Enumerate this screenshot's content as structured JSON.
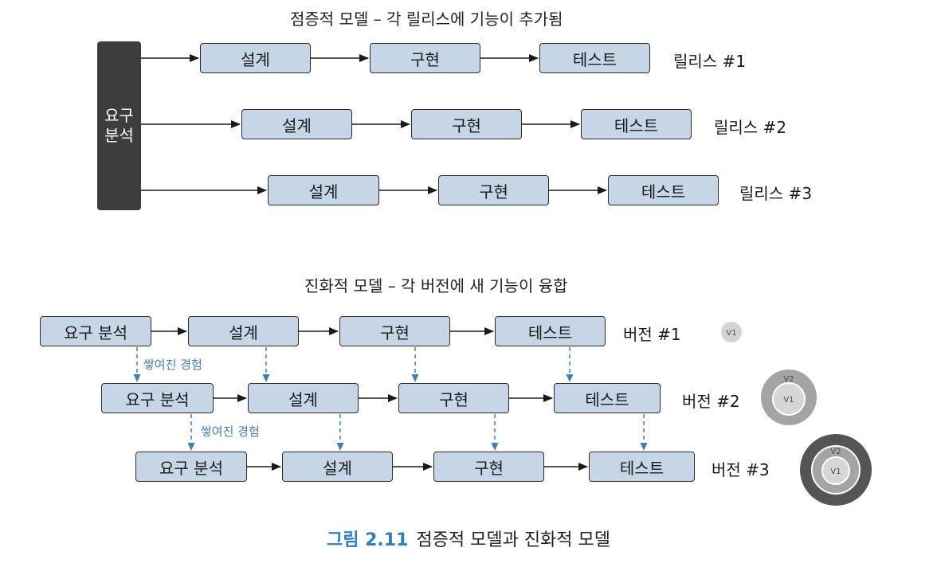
{
  "incremental": {
    "title": "점증적 모델 – 각 릴리스에 기능이 추가됨",
    "requirements_label": "요구\n분석",
    "rows": [
      {
        "design": "설계",
        "implementation": "구현",
        "test": "테스트",
        "release": "릴리스 #1"
      },
      {
        "design": "설계",
        "implementation": "구현",
        "test": "테스트",
        "release": "릴리스 #2"
      },
      {
        "design": "설계",
        "implementation": "구현",
        "test": "테스트",
        "release": "릴리스 #3"
      }
    ]
  },
  "evolutionary": {
    "title": "진화적 모델 – 각 버전에 새 기능이 융합",
    "rows": [
      {
        "requirements": "요구 분석",
        "design": "설계",
        "implementation": "구현",
        "test": "테스트",
        "version": "버전 #1"
      },
      {
        "requirements": "요구 분석",
        "design": "설계",
        "implementation": "구현",
        "test": "테스트",
        "version": "버전 #2"
      },
      {
        "requirements": "요구 분석",
        "design": "설계",
        "implementation": "구현",
        "test": "테스트",
        "version": "버전 #3"
      }
    ],
    "experience_labels": [
      "쌓여진 경험",
      "쌓여진 경험"
    ],
    "circles": {
      "v1": [
        "V1"
      ],
      "v2": [
        "V2",
        "V1"
      ],
      "v3": [
        "V3",
        "V2",
        "V1"
      ]
    }
  },
  "caption": {
    "figure_number": "그림 2.11",
    "text": "점증적 모델과 진화적 모델"
  },
  "colors": {
    "box_fill": "#c6d6e6",
    "box_border": "#2b2b2b",
    "requirements_bar": "#3d3d3d",
    "dashed_arrow": "#3f7fb2",
    "caption_accent": "#2f7fc1"
  }
}
